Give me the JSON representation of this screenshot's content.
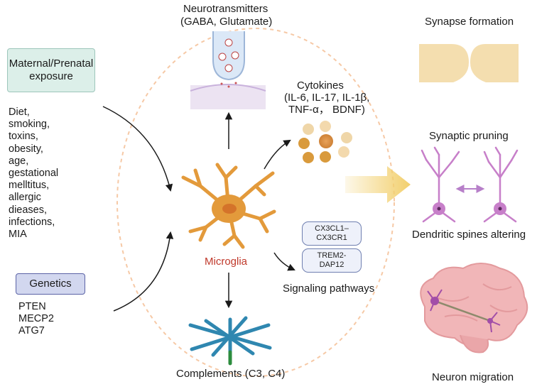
{
  "neurotransmitters": {
    "line1": "Neurotransmitters",
    "line2": "(GABA, Glutamate)"
  },
  "cytokines": {
    "line1": "Cytokines",
    "line2": "(IL-6, IL-17, IL-1β,",
    "line3": "TNF-α，  BDNF)"
  },
  "maternal_box": {
    "label": "Maternal/Prenatal exposure"
  },
  "maternal_factors": [
    "Diet,",
    "smoking,",
    "toxins,",
    "obesity,",
    "age,",
    "gestational",
    "melltitus,",
    "allergic",
    "dieases,",
    "infections,",
    "MIA"
  ],
  "genetics_box": {
    "label": "Genetics"
  },
  "genes": [
    "PTEN",
    "MECP2",
    "ATG7"
  ],
  "center": {
    "label": "Microglia"
  },
  "pathways": {
    "pill1": "CX3CL1–\nCX3CR1",
    "pill2": "TREM2-\nDAP12",
    "label": "Signaling pathways"
  },
  "complements": {
    "label": "Complements (C3, C4)"
  },
  "outcomes": {
    "synapse_formation": "Synapse formation",
    "synaptic_pruning": "Synaptic pruning",
    "dendritic_spines": "Dendritic spines altering",
    "neuron_migration": "Neuron migration"
  },
  "colors": {
    "microglia": "#e39a3b",
    "cytokine": "#d99a3c",
    "neuron": "#c77fc9",
    "synapse": "#f4deaf",
    "brain": "#f1b6b8",
    "complement": "#2f87b0",
    "big_arrow": "#f2cf6c",
    "dashed_circle": "#f6c9a6",
    "maternal_fill": "#dcefe9",
    "genetics_fill": "#d2d7ef",
    "text_red": "#c0392b"
  }
}
